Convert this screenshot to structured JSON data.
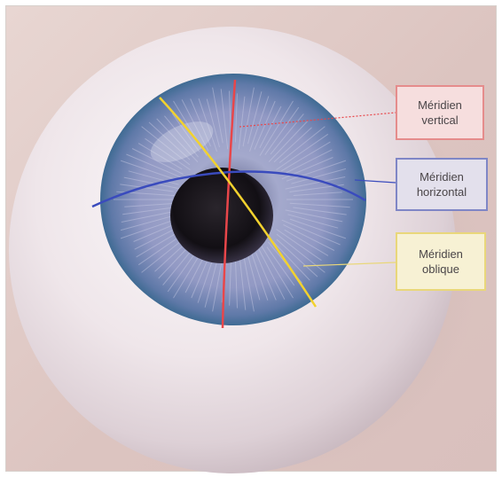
{
  "diagram": {
    "labels": {
      "vertical": {
        "line1": "Méridien",
        "line2": "vertical",
        "color": "#e8464a"
      },
      "horizontal": {
        "line1": "Méridien",
        "line2": "horizontal",
        "color": "#3a4bbd"
      },
      "oblique": {
        "line1": "Méridien",
        "line2": "oblique",
        "color": "#f2d22e"
      }
    },
    "colors": {
      "background": "#ddc8c4",
      "sclera": "#f3ecef",
      "iris": "#8f97c0",
      "pupil": "#151218"
    }
  }
}
